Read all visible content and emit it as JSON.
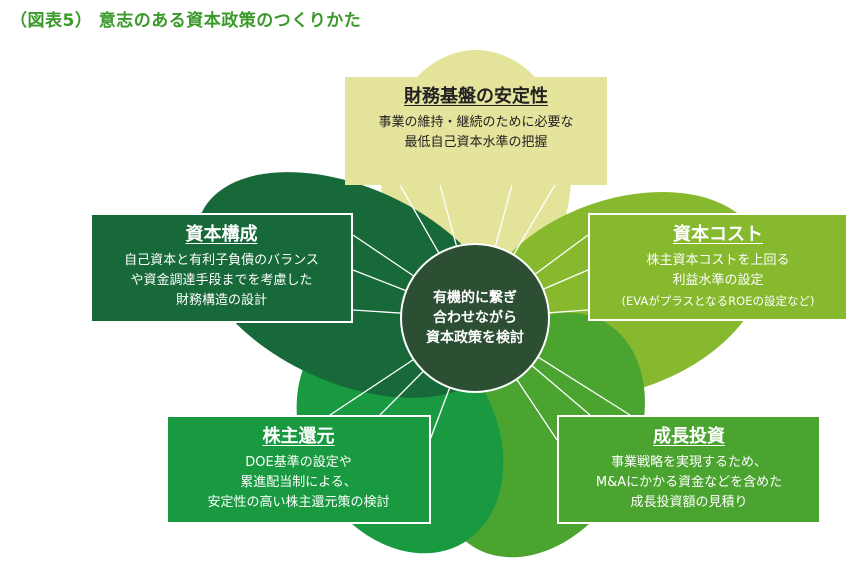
{
  "title": "（図表5） 意志のある資本政策のつくりかた",
  "center": {
    "lines": [
      "有機的に繋ぎ",
      "合わせながら",
      "資本政策を検討"
    ]
  },
  "boxes": {
    "top": {
      "heading": "財務基盤の安定性",
      "lines": [
        "事業の維持・継続のために必要な",
        "最低自己資本水準の把握"
      ]
    },
    "left": {
      "heading": "資本構成",
      "lines": [
        "自己資本と有利子負債のバランス",
        "や資金調達手段までを考慮した",
        "財務構造の設計"
      ]
    },
    "right": {
      "heading": "資本コスト",
      "lines": [
        "株主資本コストを上回る",
        "利益水準の設定",
        "(EVAがプラスとなるROEの設定など)"
      ]
    },
    "bottom_left": {
      "heading": "株主還元",
      "lines": [
        "DOE基準の設定や",
        "累進配当制による、",
        "安定性の高い株主還元策の検討"
      ]
    },
    "bottom_right": {
      "heading": "成長投資",
      "lines": [
        "事業戦略を実現するため、",
        "M&Aにかかる資金などを含めた",
        "成長投資額の見積り"
      ]
    }
  },
  "colors": {
    "title": "#3a9a2a",
    "top": "#e4e49c",
    "left": "#17693a",
    "right": "#86b92e",
    "bottom_left": "#1a9a40",
    "bottom_right": "#4aa42f",
    "center": "#2c4e32"
  }
}
